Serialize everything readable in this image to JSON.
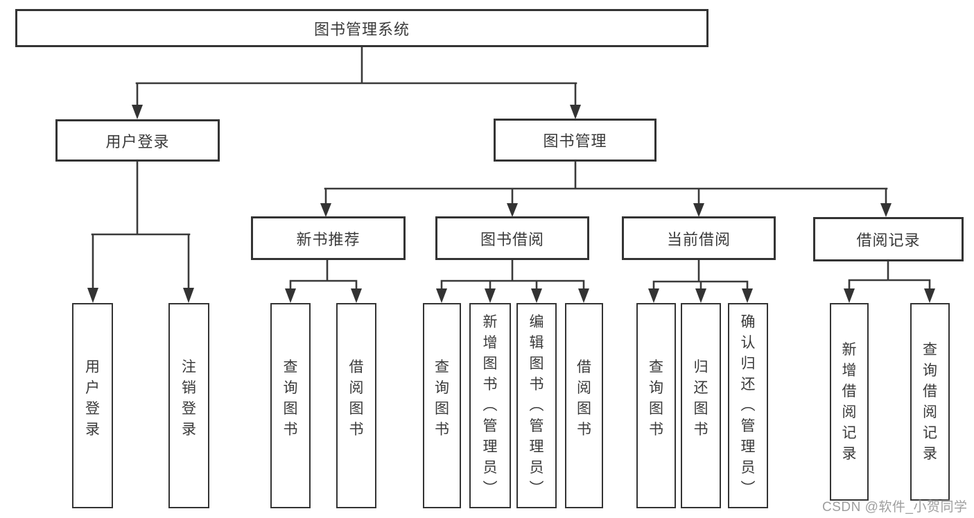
{
  "nodes": {
    "root": {
      "label": "图书管理系统"
    },
    "user_login": {
      "label": "用户登录"
    },
    "book_mgmt": {
      "label": "图书管理"
    },
    "new_book_rec": {
      "label": "新书推荐"
    },
    "book_borrow": {
      "label": "图书借阅"
    },
    "current_borrow": {
      "label": "当前借阅"
    },
    "borrow_records": {
      "label": "借阅记录"
    },
    "leaf_user_login": {
      "label": "用户登录"
    },
    "leaf_logout": {
      "label": "注销登录"
    },
    "leaf_query_books_a": {
      "label": "查询图书"
    },
    "leaf_borrow_books_a": {
      "label": "借阅图书"
    },
    "leaf_query_books_b": {
      "label": "查询图书"
    },
    "leaf_add_books": {
      "label": "新增图书（管理员）"
    },
    "leaf_edit_books": {
      "label": "编辑图书（管理员）"
    },
    "leaf_borrow_books_b": {
      "label": "借阅图书"
    },
    "leaf_query_books_c": {
      "label": "查询图书"
    },
    "leaf_return_books": {
      "label": "归还图书"
    },
    "leaf_confirm_return": {
      "label": "确认归还（管理员）"
    },
    "leaf_add_borrow_record": {
      "label": "新增借阅记录"
    },
    "leaf_query_borrow_record": {
      "label": "查询借阅记录"
    }
  },
  "watermark": "CSDN @软件_小贺同学",
  "colors": {
    "line": "#3a3a3a",
    "border": "#343434",
    "text": "#3a3a3a",
    "background": "#ffffff",
    "watermark": "#9e9e9e"
  }
}
